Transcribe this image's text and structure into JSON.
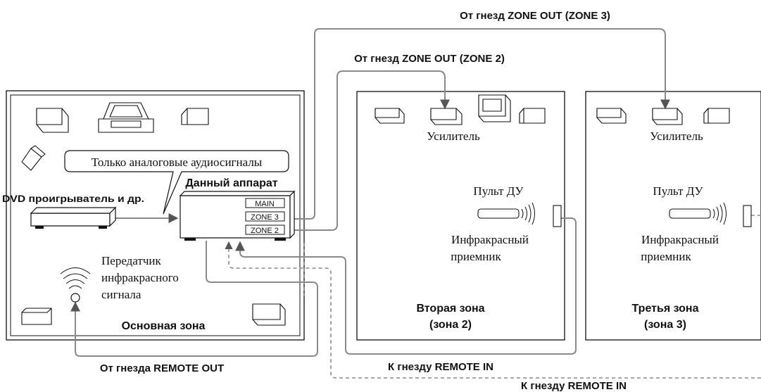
{
  "labels": {
    "zone3_source": "От гнезд ZONE OUT (ZONE 3)",
    "zone2_source": "От гнезд ZONE OUT (ZONE 2)",
    "analog_only": "Только аналоговые аудиосигналы",
    "this_unit": "Данный аппарат",
    "dvd_player": "DVD проигрыватель и др.",
    "ir_transmitter_line1": "Передатчик",
    "ir_transmitter_line2": "инфракрасного",
    "ir_transmitter_line3": "сигнала",
    "main_zone": "Основная зона",
    "remote_out": "От гнезда REMOTE OUT",
    "remote_in_zone2": "К гнезду REMOTE IN",
    "remote_in_zone3": "К гнезду REMOTE IN"
  },
  "unit_ports": [
    "MAIN",
    "ZONE 3",
    "ZONE 2"
  ],
  "zones": [
    {
      "amplifier": "Усилитель",
      "remote": "Пульт ДУ",
      "receiver_line1": "Инфракрасный",
      "receiver_line2": "приемник",
      "name_line1": "Вторая зона",
      "name_line2": "(зона 2)"
    },
    {
      "amplifier": "Усилитель",
      "remote": "Пульт ДУ",
      "receiver_line1": "Инфракрасный",
      "receiver_line2": "приемник",
      "name_line1": "Третья зона",
      "name_line2": "(зона 3)"
    }
  ]
}
